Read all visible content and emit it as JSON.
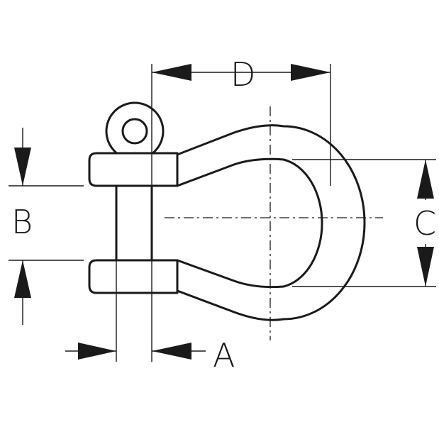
{
  "diagram": {
    "labels": {
      "a": "A",
      "b": "B",
      "c": "C",
      "d": "D"
    },
    "colors": {
      "ink": "#1a1a1a",
      "background": "#ffffff"
    }
  }
}
